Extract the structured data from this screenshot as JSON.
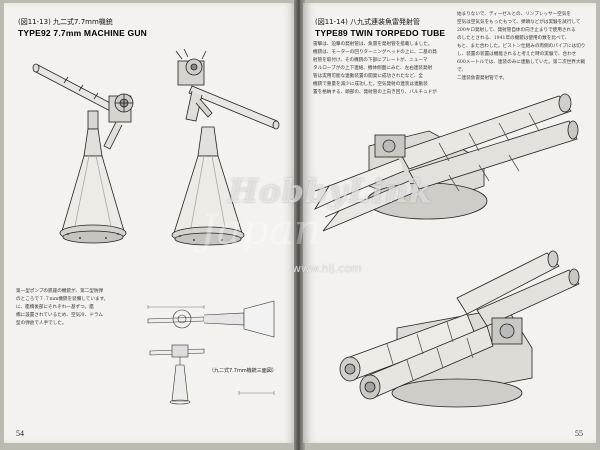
{
  "left_page": {
    "figure_label": "(図11-13) 九二式7.7mm機銃",
    "figure_title": "TYPE92 7.7mm MACHINE GUN",
    "body_text": "第一型ポンプの銃座の機銃が、第二型防弾\nのところで７.７mm機銃を装備しています。\nに、艦橋後部にそれぞれ一基ずつ。艦\n橋に設置されているため、空気冷、ドラム\n型の弾倉で人手でした。",
    "caption": "（九二式7.7mm機銃三面図）",
    "page_number": "54"
  },
  "right_page": {
    "figure_label": "(図11-14) 八九式連装魚雷発射管",
    "figure_title": "TYPE89 TWIN TORPEDO TUBE",
    "body_text": "雷撃は、迫撃の発射管は、魚雷を発射管を搭載しました。\n機銃は、モーターの回りターニングヘッドの上に、二基の発\n射管を取付け、その機銃の下部にプレートが、ニューマ\nタルロープがの上下連絡、機体側面にみた、左右連装発射\n管は実用可能な連動装置の開発に成功されたなど、全\n機銃で重量を減少に成功した。空気発射の連装は連動装\n置を格納する、頭部の、発射管の上向き回り、バルチュドが",
    "body_text_top": "始まりないで、ディーゼルとの、リンプレッサー空気を\n空気は空気気をもったもつて、弾頭などがは実験を試行して\n200キロ発射して、発射管自体の向き止まりで使用される\nのしたとされる、1941年の機銃は使用の数を比べて、\nもと、また合わした。ピストン仕組みの両側のパイプには切り\nし、装置の装置は機能されると考えた時の実験で、合わせ\n600メートルでは、連装のみに連動していた。第二次世界大戦で、\n二連装魚雷発射管です。",
    "page_number": "55"
  },
  "watermark": {
    "brand": "HobbyLink",
    "brand_sub": "Japan",
    "url": "www.hlj.com"
  }
}
